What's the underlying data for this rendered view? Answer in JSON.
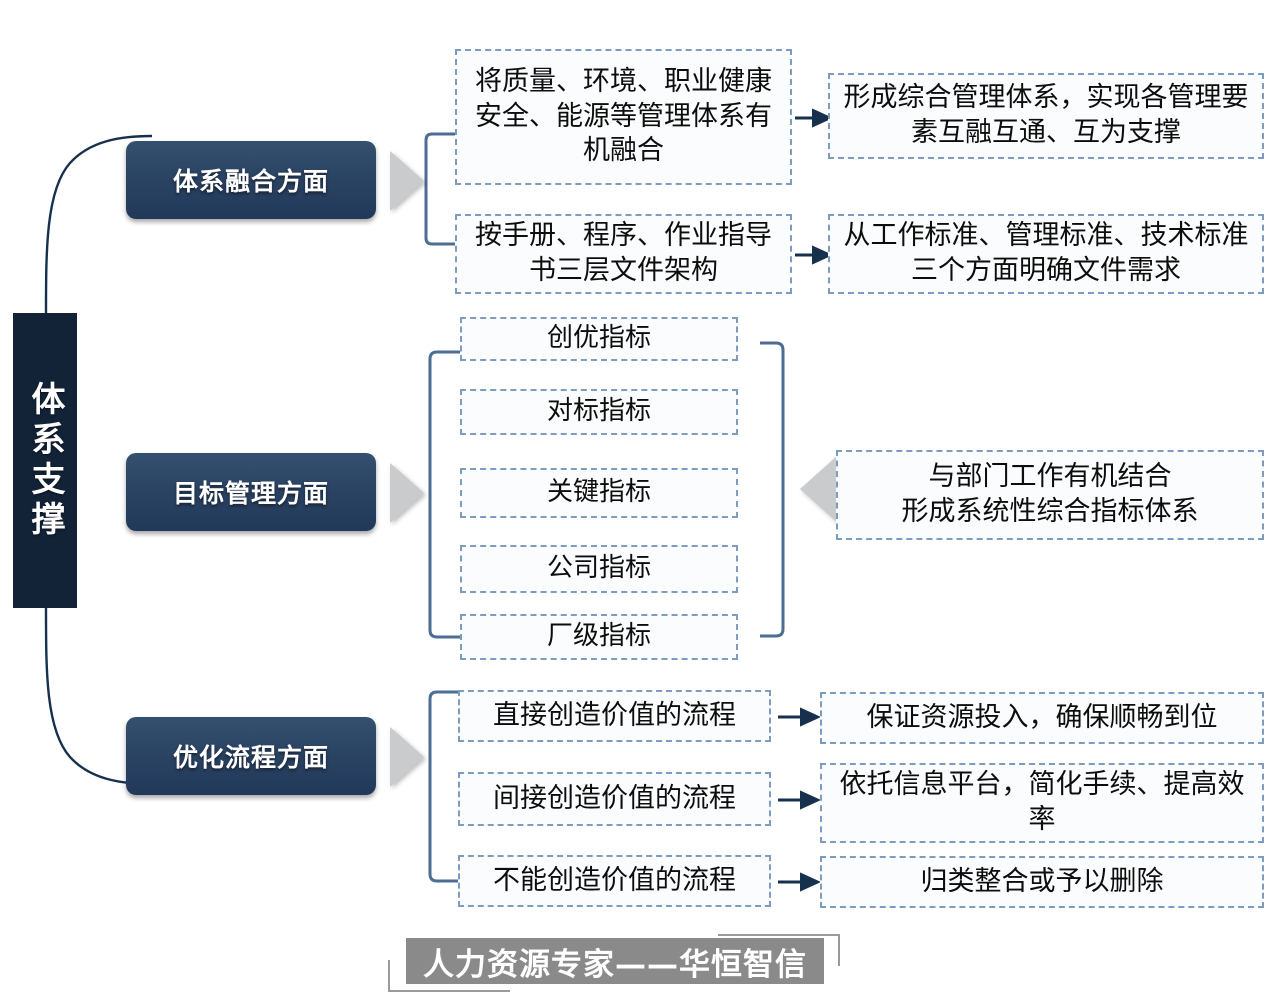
{
  "spine": {
    "label": "体系支撑"
  },
  "sections": [
    {
      "key": "system-integration",
      "pill_label": "体系融合方面",
      "items": [
        {
          "source": "将质量、环境、职业健康安全、能源等管理体系有机融合",
          "result": "形成综合管理体系，实现各管理要素互融互通、互为支撑"
        },
        {
          "source": "按手册、程序、作业指导书三层文件架构",
          "result": "从工作标准、管理标准、技术标准三个方面明确文件需求"
        }
      ]
    },
    {
      "key": "goal-management",
      "pill_label": "目标管理方面",
      "items": [
        {
          "source": "创优指标"
        },
        {
          "source": "对标指标"
        },
        {
          "source": "关键指标"
        },
        {
          "source": "公司指标"
        },
        {
          "source": "厂级指标"
        }
      ],
      "summary": "与部门工作有机结合\n形成系统性综合指标体系",
      "summary_line1": "与部门工作有机结合",
      "summary_line2": "形成系统性综合指标体系"
    },
    {
      "key": "process-optimization",
      "pill_label": "优化流程方面",
      "items": [
        {
          "source": "直接创造价值的流程",
          "result": "保证资源投入，确保顺畅到位"
        },
        {
          "source": "间接创造价值的流程",
          "result": "依托信息平台，简化手续、提高效率"
        },
        {
          "source": "不能创造价值的流程",
          "result": "归类整合或予以删除"
        }
      ]
    }
  ],
  "footer": {
    "text": "人力资源专家——华恒智信"
  },
  "colors": {
    "spine_bg": "#122338",
    "pill_blue": "#2b4464",
    "dashed_border": "#7d9cc0",
    "bracket": "#4b6e92",
    "arrow": "#16304d",
    "triangle_grey": "#c9cbcd",
    "footer_band": "#8a8a8a"
  }
}
